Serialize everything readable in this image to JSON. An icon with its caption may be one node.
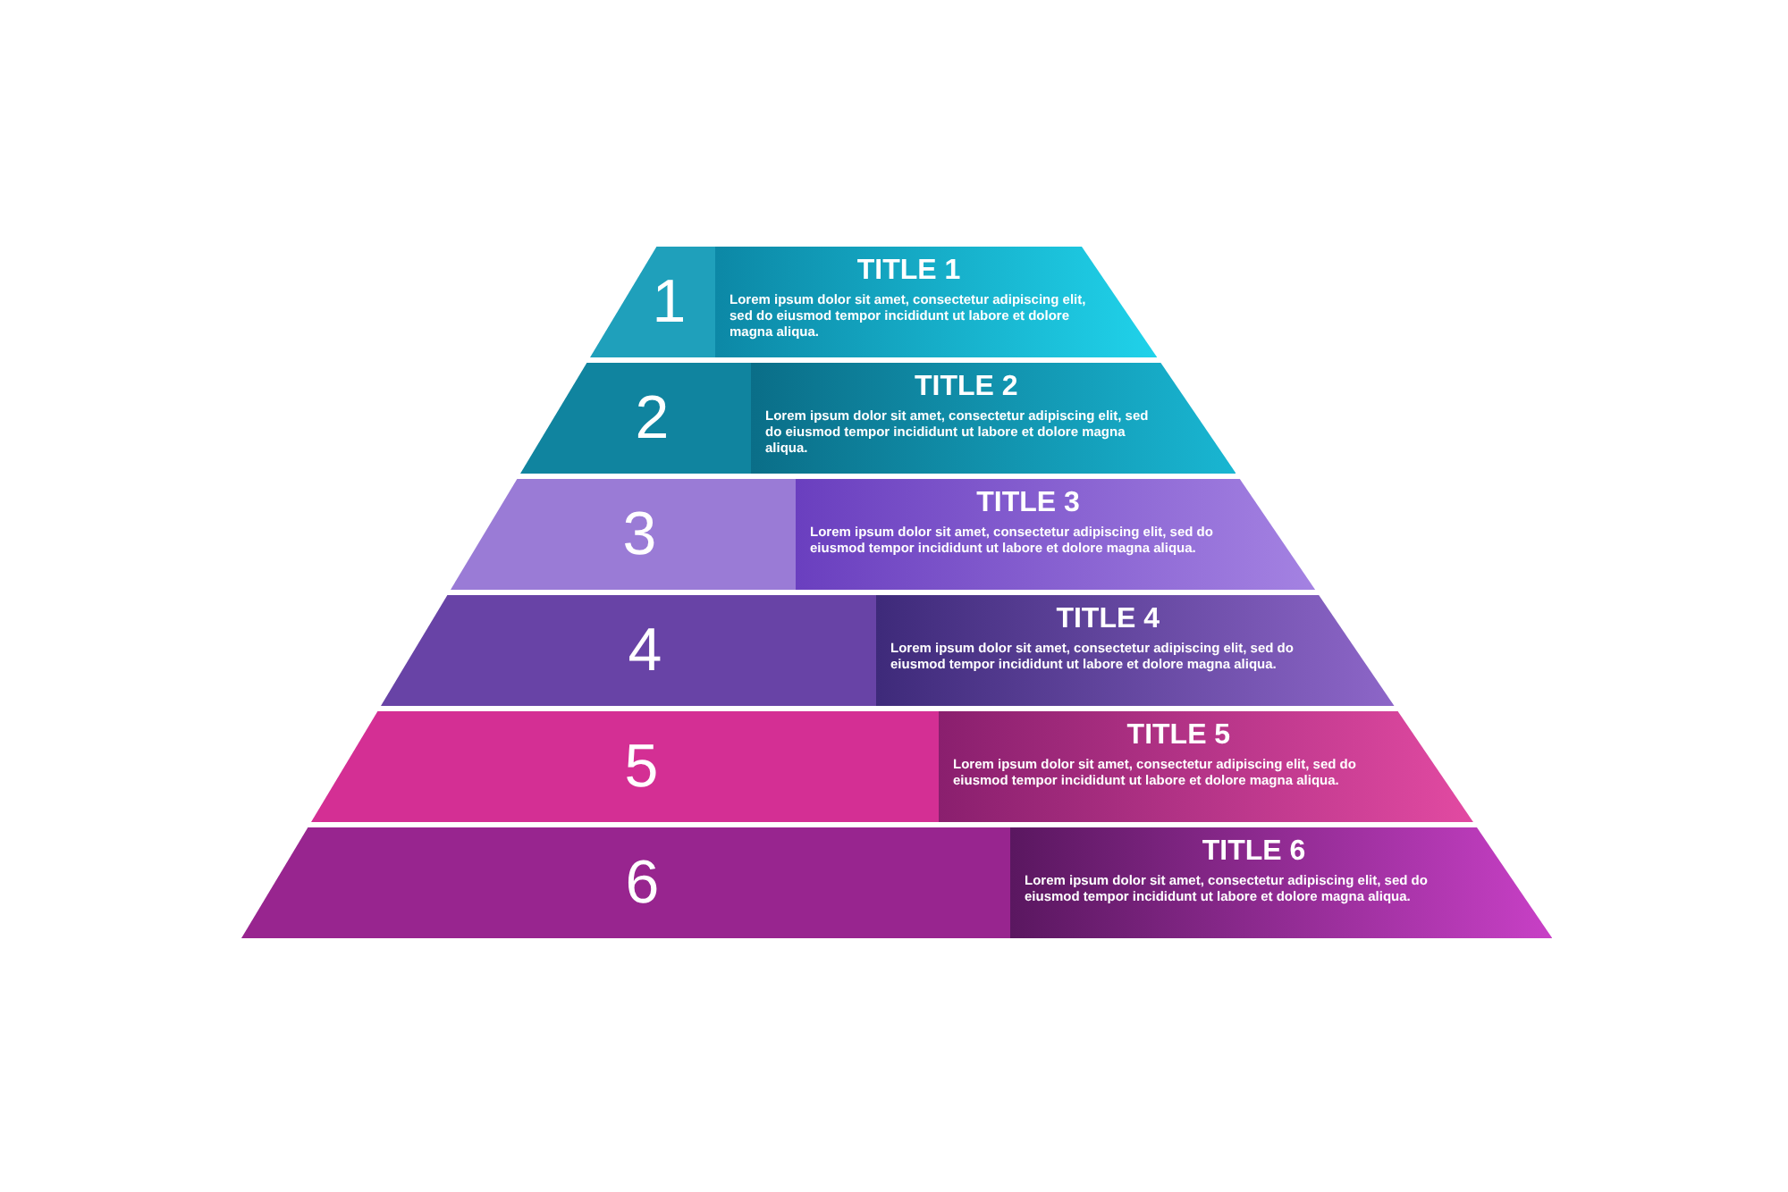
{
  "diagram": {
    "nodes": [
      {
        "text": [
          "1"
        ]
      },
      {
        "text": [
          "TITLE 1",
          "Lorem ipsum dolor sit amet, consectetur adipiscing elit, sed do eiusmod tempor incididunt ut labore et dolore magna aliqua."
        ]
      },
      {
        "text": [
          "2"
        ]
      },
      {
        "text": [
          "TITLE 2",
          "Lorem ipsum dolor sit amet, consectetur adipiscing elit, sed do eiusmod tempor incididunt ut labore et dolore magna aliqua."
        ]
      },
      {
        "text": [
          "3"
        ]
      },
      {
        "text": [
          "TITLE 3",
          "Lorem ipsum dolor sit amet, consectetur adipiscing elit, sed do eiusmod tempor incididunt ut labore et dolore magna aliqua."
        ]
      },
      {
        "text": [
          "4"
        ]
      },
      {
        "text": [
          "TITLE 4",
          "Lorem ipsum dolor sit amet, consectetur adipiscing elit, sed do eiusmod tempor incididunt ut labore et dolore magna aliqua."
        ]
      },
      {
        "text": [
          "5"
        ]
      },
      {
        "text": [
          "TITLE 5",
          "Lorem ipsum dolor sit amet, consectetur adipiscing elit, sed do eiusmod tempor incididunt ut labore et dolore magna aliqua."
        ]
      },
      {
        "text": [
          "6"
        ]
      },
      {
        "text": [
          "TITLE 6",
          "Lorem ipsum dolor sit amet, consectetur adipiscing elit, sed do eiusmod tempor incididunt ut labore et dolore magna aliqua."
        ]
      }
    ]
  }
}
